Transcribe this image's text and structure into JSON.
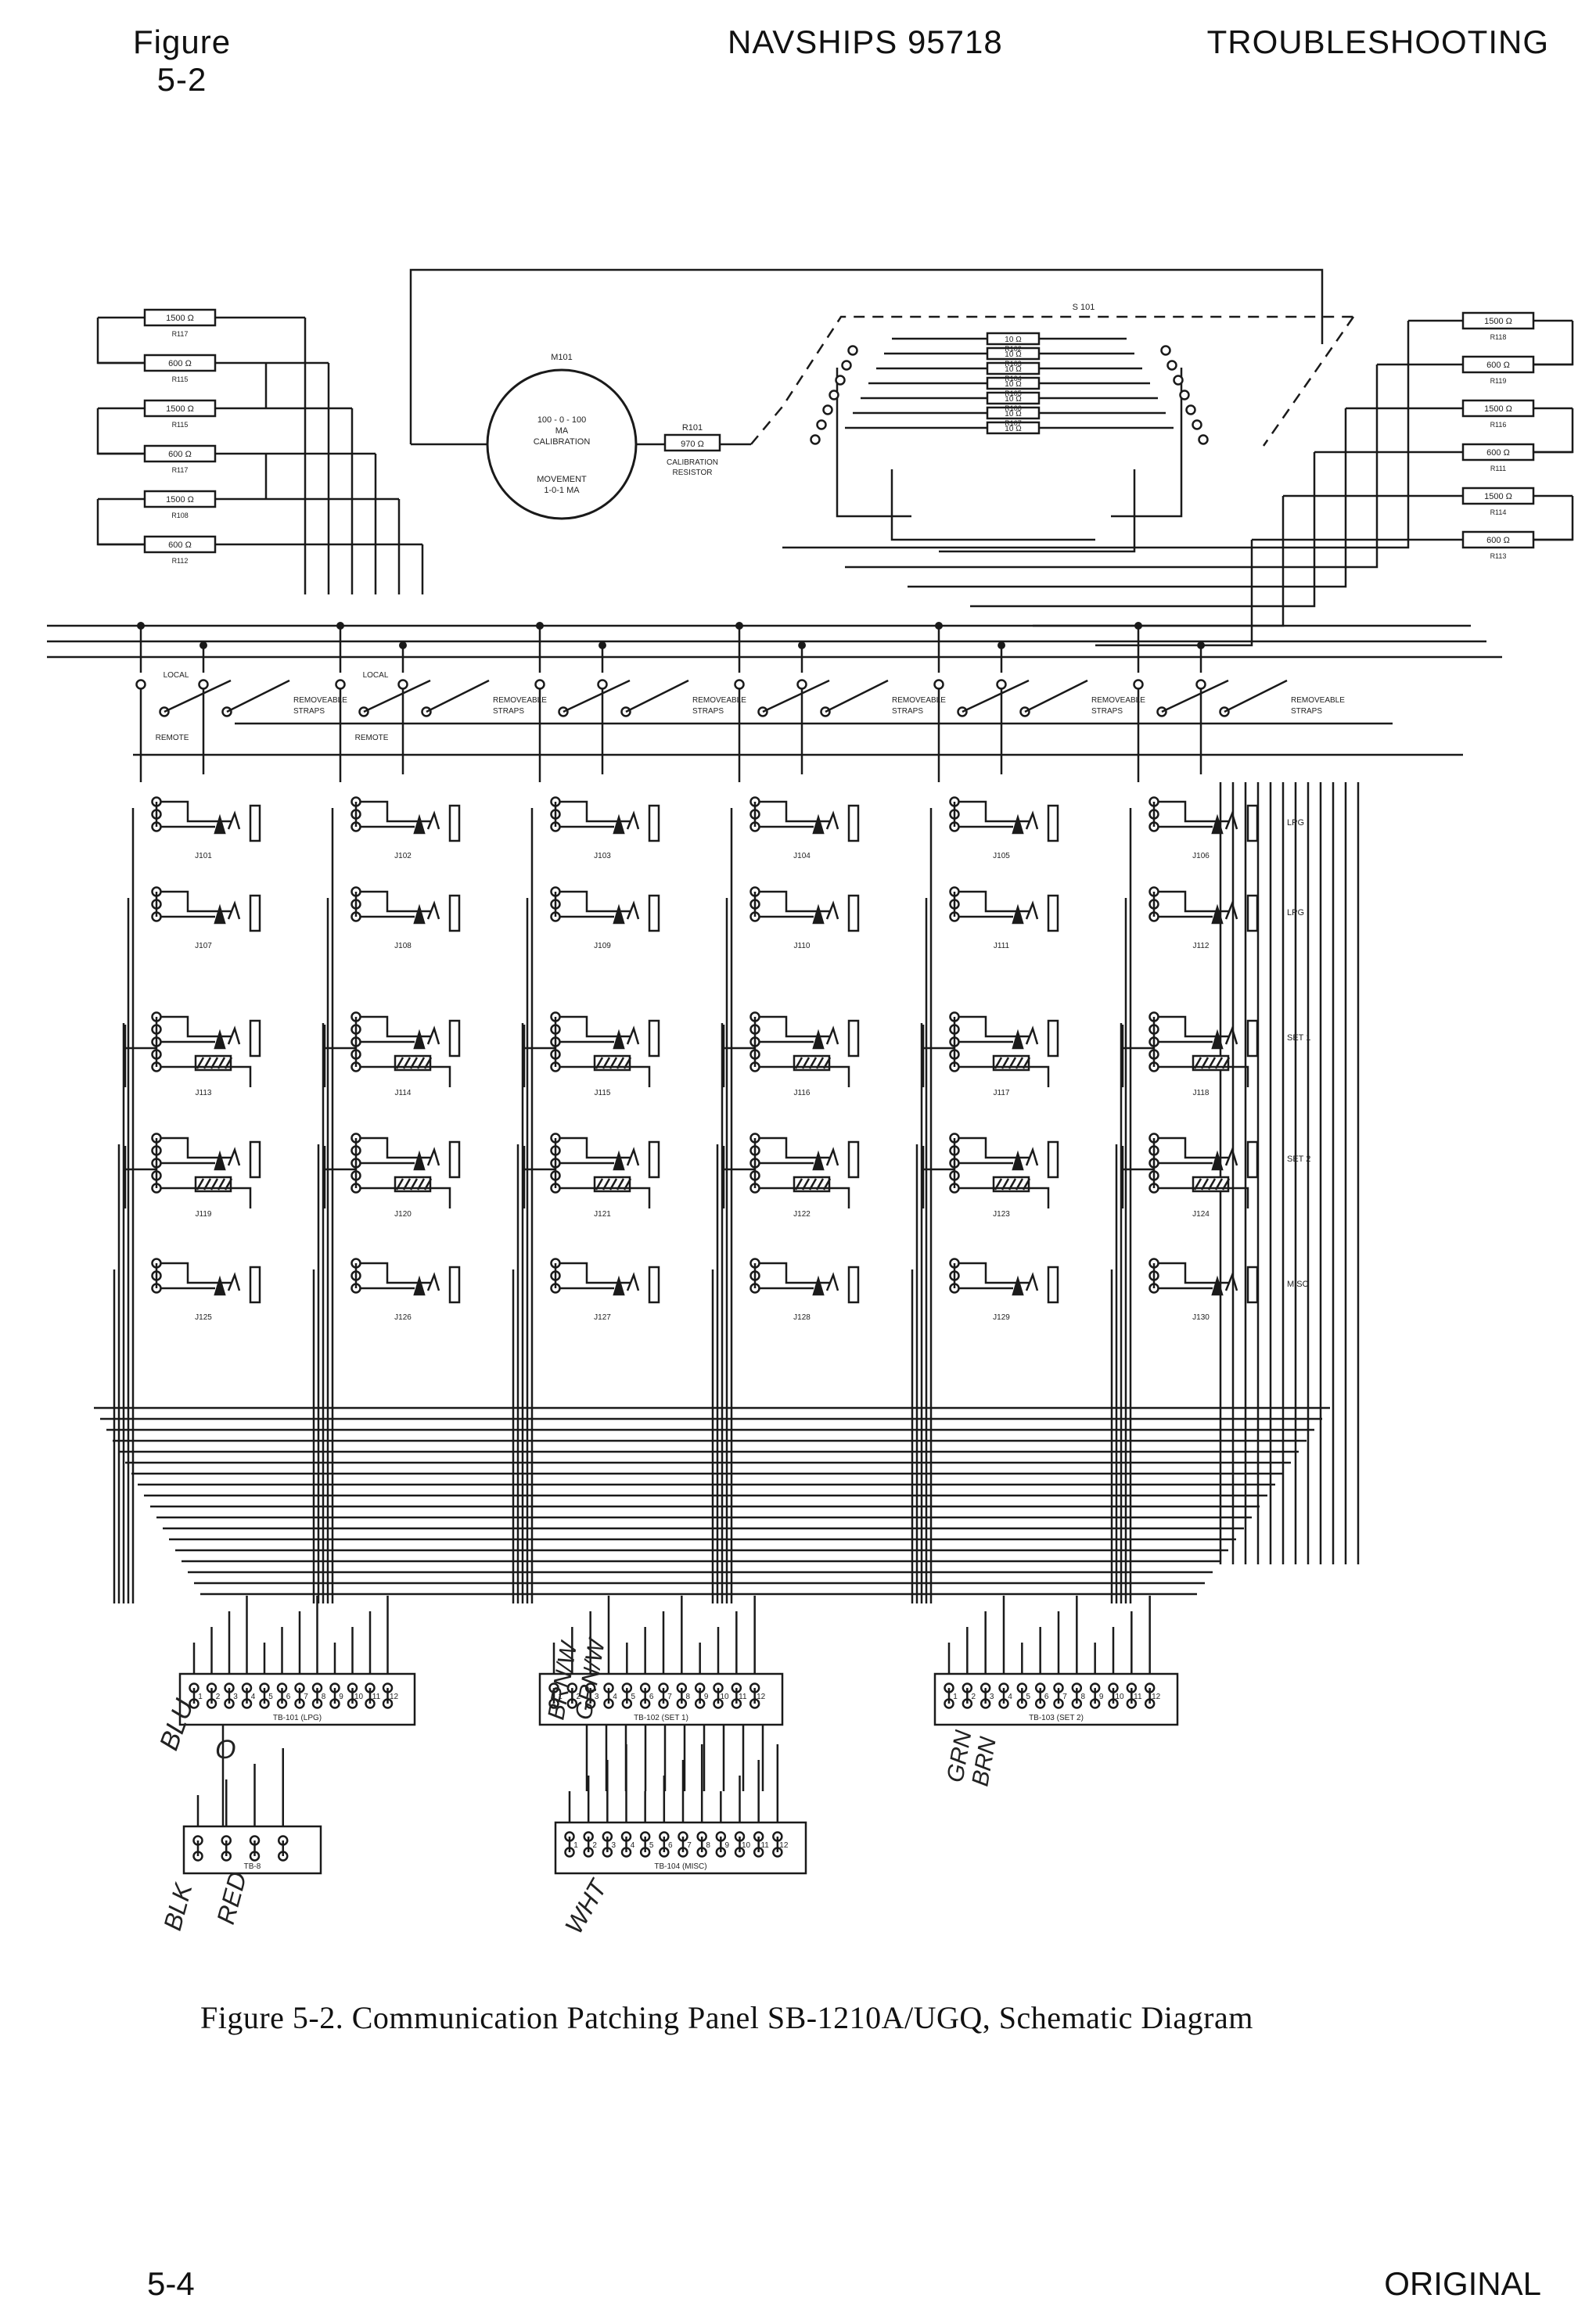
{
  "header": {
    "figure_word": "Figure",
    "figure_number": "5-2",
    "center": "NAVSHIPS 95718",
    "right": "TROUBLESHOOTING"
  },
  "meter": {
    "ref": "M101",
    "lines": [
      "100 - 0 - 100",
      "MA",
      "CALIBRATION",
      "MOVEMENT",
      "1-0-1 MA"
    ],
    "cal_resistor_ref": "R101",
    "cal_resistor_value": "970 Ω",
    "cal_resistor_lines": [
      "CALIBRATION",
      "RESISTOR"
    ]
  },
  "switch": {
    "ref": "S 101",
    "resistors": [
      {
        "ref": "R102",
        "value": "10 Ω"
      },
      {
        "ref": "R103",
        "value": "10 Ω"
      },
      {
        "ref": "R104",
        "value": "10 Ω"
      },
      {
        "ref": "R105",
        "value": "10 Ω"
      },
      {
        "ref": "R106",
        "value": "10 Ω"
      },
      {
        "ref": "R107",
        "value": "10 Ω"
      },
      {
        "ref": "",
        "value": "10 Ω"
      }
    ]
  },
  "left_resistors": [
    {
      "value": "1500 Ω",
      "ref": "R117"
    },
    {
      "value": "600 Ω",
      "ref": "R115"
    },
    {
      "value": "1500 Ω",
      "ref": "R115"
    },
    {
      "value": "600 Ω",
      "ref": "R117"
    },
    {
      "value": "1500 Ω",
      "ref": "R108"
    },
    {
      "value": "600 Ω",
      "ref": "R112"
    }
  ],
  "right_resistors": [
    {
      "value": "1500 Ω",
      "ref": "R118"
    },
    {
      "value": "600 Ω",
      "ref": "R119"
    },
    {
      "value": "1500 Ω",
      "ref": "R116"
    },
    {
      "value": "600 Ω",
      "ref": "R111"
    },
    {
      "value": "1500 Ω",
      "ref": "R114"
    },
    {
      "value": "600 Ω",
      "ref": "R113"
    }
  ],
  "strap_labels": {
    "local": "LOCAL",
    "remote": "REMOTE",
    "removeable_line1": "REMOVEABLE",
    "removeable_line2": "STRAPS"
  },
  "jack_rows": [
    {
      "jacks": [
        "J101",
        "J102",
        "J103",
        "J104",
        "J105",
        "J106"
      ],
      "label": "LPG"
    },
    {
      "jacks": [
        "J107",
        "J108",
        "J109",
        "J110",
        "J111",
        "J112"
      ],
      "label": "LPG"
    },
    {
      "jacks": [
        "J113",
        "J114",
        "J115",
        "J116",
        "J117",
        "J118"
      ],
      "label": "SET 1"
    },
    {
      "jacks": [
        "J119",
        "J120",
        "J121",
        "J122",
        "J123",
        "J124"
      ],
      "label": "SET 2"
    },
    {
      "jacks": [
        "J125",
        "J126",
        "J127",
        "J128",
        "J129",
        "J130"
      ],
      "label": "MISC"
    }
  ],
  "terminal_boards": [
    {
      "label": "TB-101 (LPG)",
      "numbers": [
        "1",
        "2",
        "3",
        "4",
        "5",
        "6",
        "7",
        "8",
        "9",
        "10",
        "11",
        "12"
      ]
    },
    {
      "label": "TB-102 (SET 1)",
      "numbers": [
        "1",
        "2",
        "3",
        "4",
        "5",
        "6",
        "7",
        "8",
        "9",
        "10",
        "11",
        "12"
      ]
    },
    {
      "label": "TB-103 (SET 2)",
      "numbers": [
        "1",
        "2",
        "3",
        "4",
        "5",
        "6",
        "7",
        "8",
        "9",
        "10",
        "11",
        "12"
      ]
    },
    {
      "label": "TB-104 (MISC)",
      "numbers": [
        "1",
        "2",
        "3",
        "4",
        "5",
        "6",
        "7",
        "8",
        "9",
        "10",
        "11",
        "12"
      ]
    },
    {
      "label": "TB-8",
      "numbers": []
    }
  ],
  "handwritten": [
    "BLU",
    "O",
    "BRN/W",
    "GRN/W",
    "GRN",
    "BRN",
    "BLK",
    "RED",
    "WHT"
  ],
  "caption": "Figure 5-2.  Communication Patching Panel SB-1210A/UGQ, Schematic Diagram",
  "footer": {
    "page": "5-4",
    "edition": "ORIGINAL"
  }
}
